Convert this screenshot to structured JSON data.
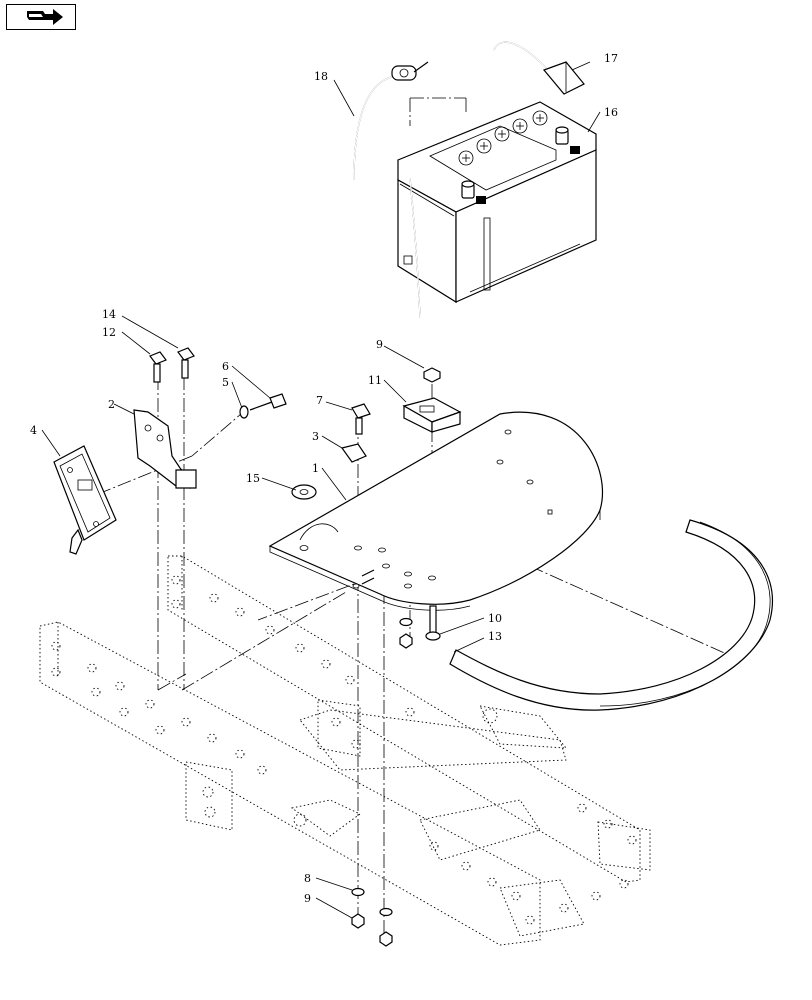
{
  "callouts": {
    "c1": "1",
    "c2": "2",
    "c3": "3",
    "c4": "4",
    "c5": "5",
    "c6": "6",
    "c7": "7",
    "c8": "8",
    "c9a": "9",
    "c9b": "9",
    "c10": "10",
    "c11": "11",
    "c12": "12",
    "c13": "13",
    "c14": "14",
    "c15": "15",
    "c16": "16",
    "c17": "17",
    "c18": "18"
  },
  "nav": {
    "icon": "page-return-arrow-icon"
  }
}
